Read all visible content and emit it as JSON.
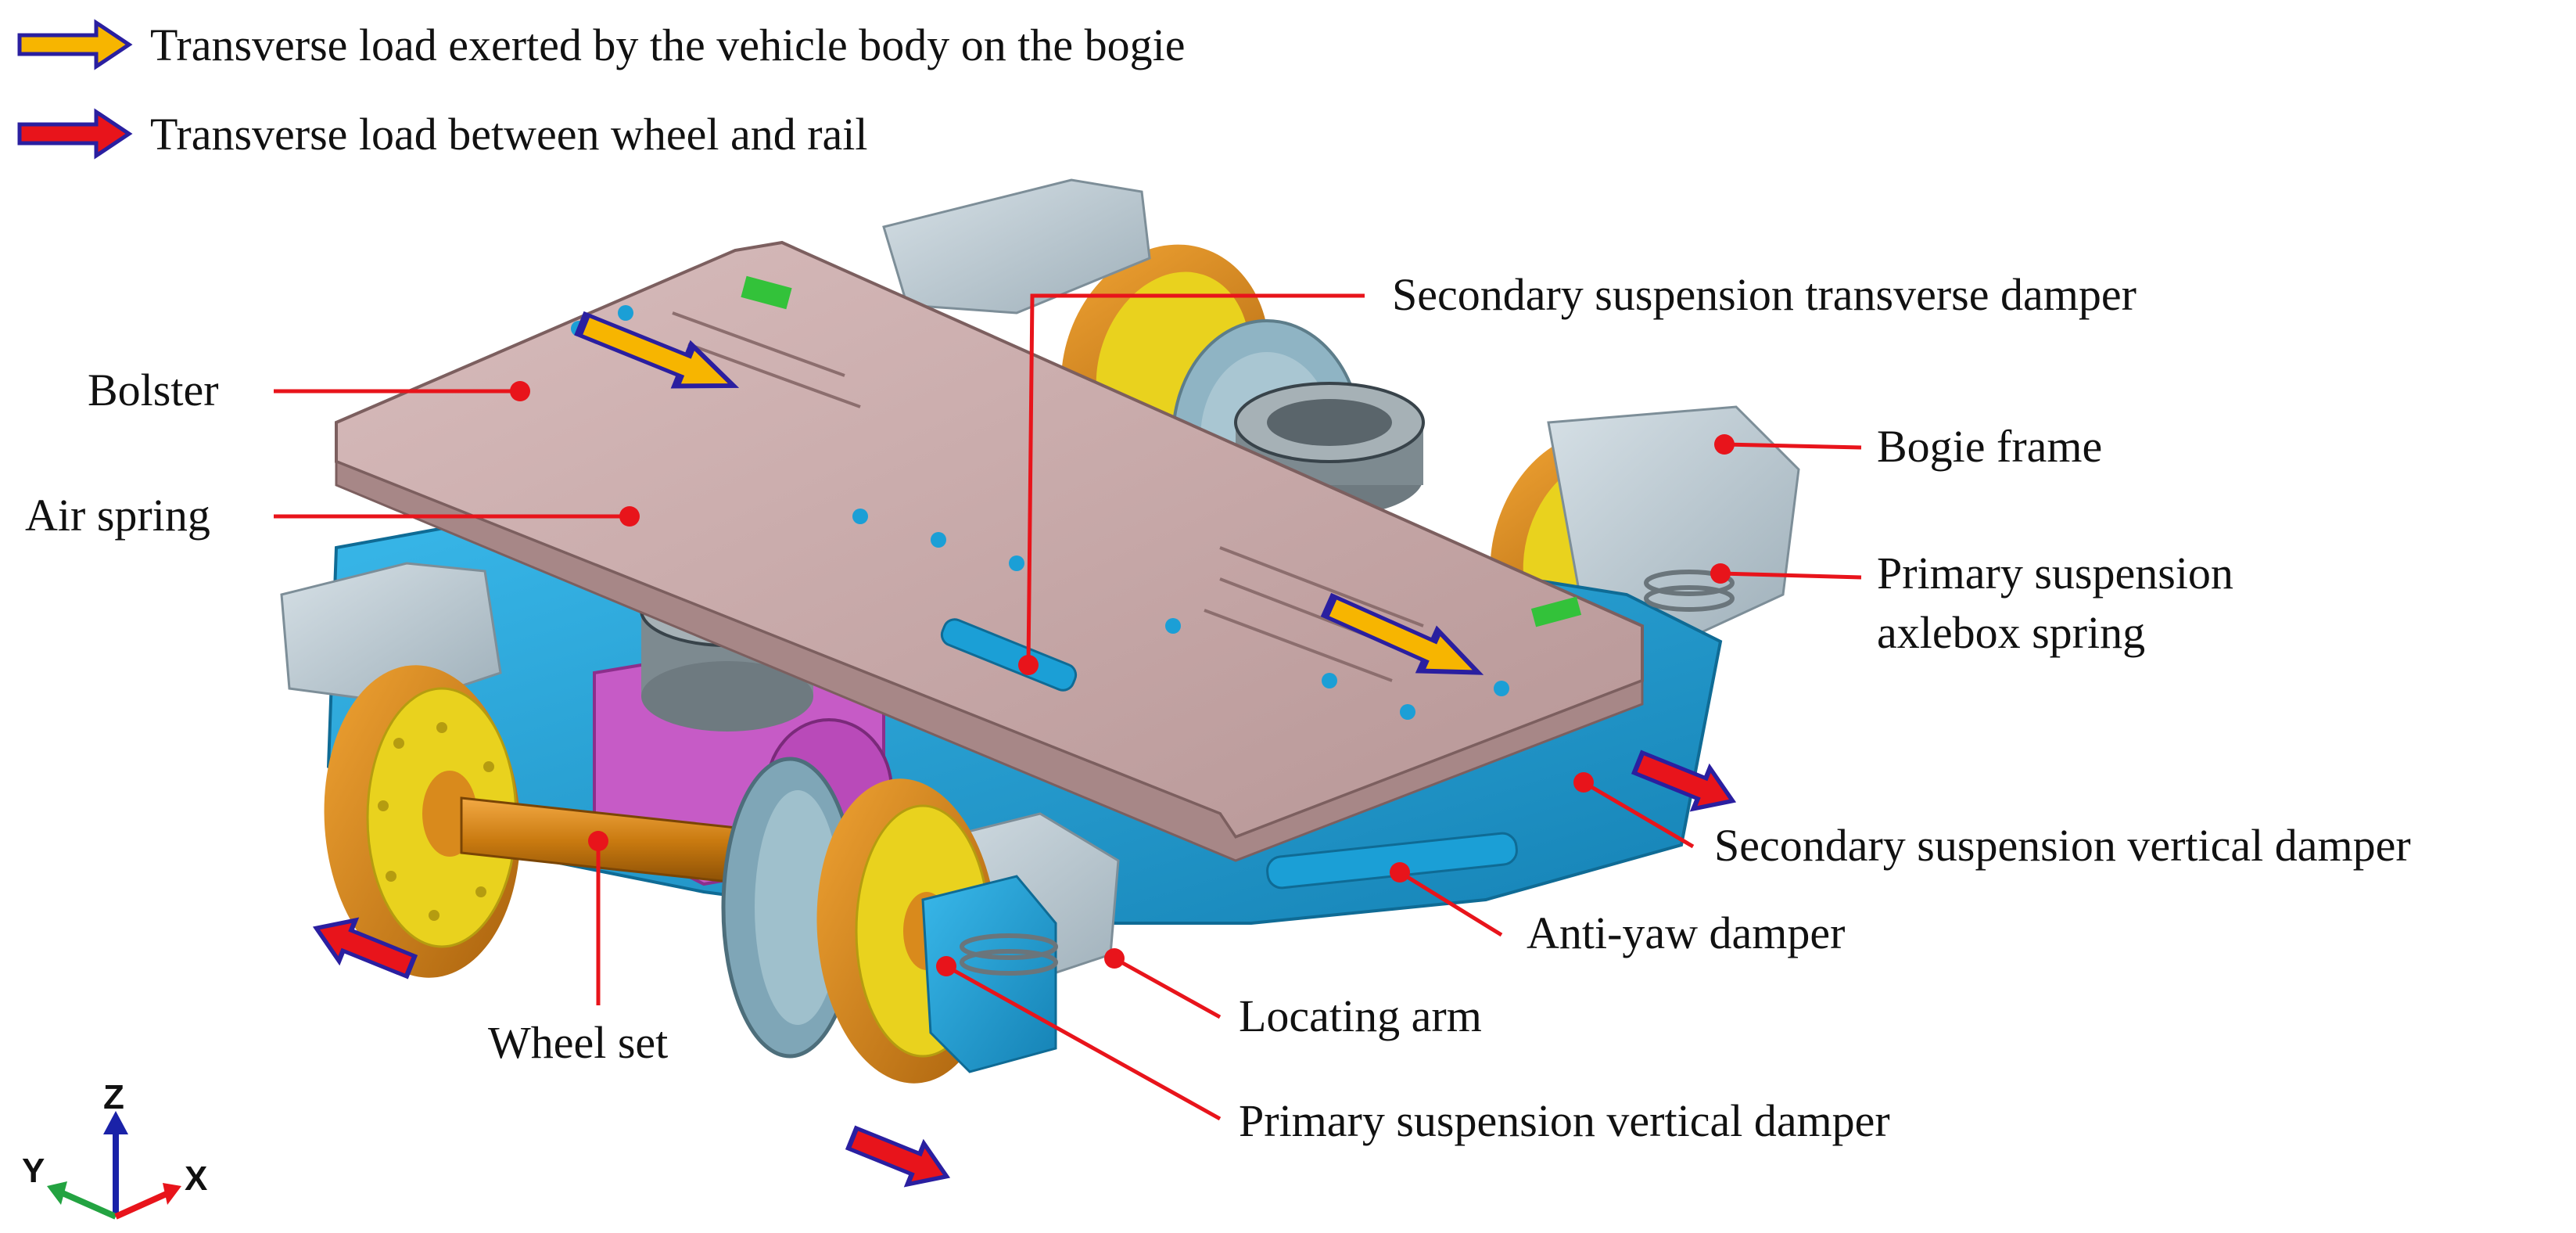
{
  "legend": {
    "items": [
      {
        "label": "Transverse load exerted by the vehicle body on the bogie",
        "color": "#f7b500"
      },
      {
        "label": "Transverse load between wheel and rail",
        "color": "#e8141b"
      }
    ]
  },
  "labels": {
    "secondary_transverse_damper": "Secondary suspension transverse damper",
    "bolster": "Bolster",
    "bogie_frame": "Bogie frame",
    "air_spring": "Air spring",
    "primary_axlebox_spring_line1": "Primary suspension",
    "primary_axlebox_spring_line2": "axlebox spring",
    "secondary_vertical_damper": "Secondary suspension vertical damper",
    "anti_yaw_damper": "Anti-yaw damper",
    "locating_arm": "Locating arm",
    "wheel_set": "Wheel set",
    "primary_vertical_damper": "Primary suspension vertical damper"
  },
  "axes": {
    "z": "Z",
    "y": "Y",
    "x": "X"
  },
  "colors": {
    "leader_line": "#e8141b",
    "arrow_outline": "#2a1fa0",
    "bolster": "#c9a9a9",
    "frame_blue": "#1b9fd6",
    "frame_grey": "#b8c6ce",
    "wheel_orange": "#d98a1c",
    "wheel_yellow": "#e9d21e",
    "gearbox_magenta": "#c65bc6",
    "axis_z": "#1a22a8",
    "axis_y": "#23a341",
    "axis_x": "#e8141b"
  }
}
